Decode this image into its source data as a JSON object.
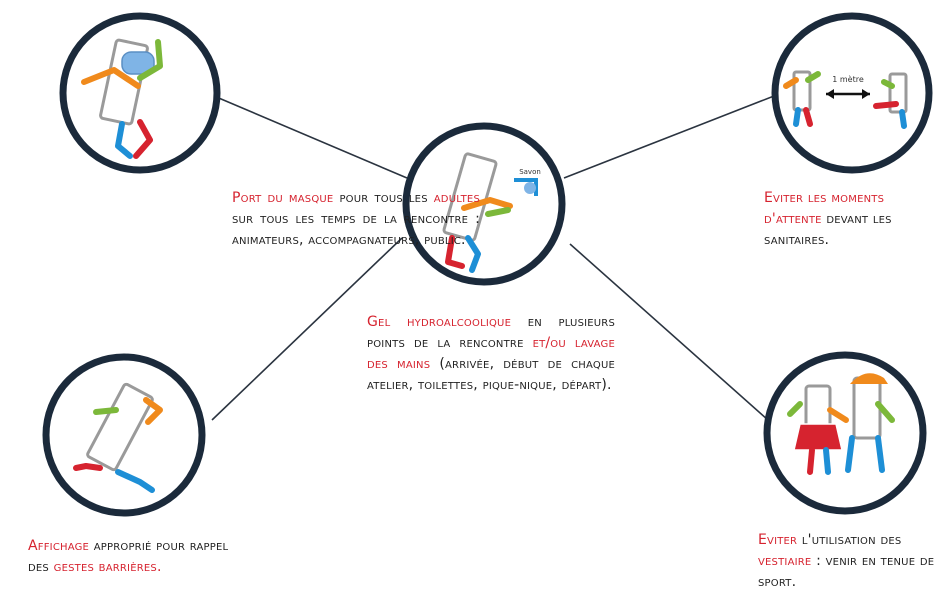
{
  "colors": {
    "circle_stroke": "#1b2a3b",
    "connector_line": "#2b3440",
    "accent_red": "#d6232f",
    "text": "#1f1f1f",
    "figure_body": "#9a9a9a",
    "limb_blue": "#1e8fd6",
    "limb_red": "#d6232f",
    "limb_orange": "#f08a1c",
    "limb_green": "#7cb83a",
    "mask_blue": "#7fb4e6"
  },
  "center": {
    "icon": "hand-washing-figure-icon",
    "faucet_caption": "Savon",
    "parts": [
      {
        "text": "Gel hydroalcoolique",
        "accent": true
      },
      {
        "text": " en plusieurs points de la rencontre ",
        "accent": false
      },
      {
        "text": "et/ou lavage des mains",
        "accent": true
      },
      {
        "text": " (arrivée, début de chaque atelier, toilettes, pique-nique, départ).",
        "accent": false
      }
    ]
  },
  "rules": {
    "masque": {
      "icon": "masked-figure-icon",
      "parts": [
        {
          "text": "Port du masque",
          "accent": true
        },
        {
          "text": " pour tous les ",
          "accent": false
        },
        {
          "text": "adultes",
          "accent": true
        },
        {
          "text": " sur tous les temps de la rencontre : animateurs, accompagnateurs, public.",
          "accent": false
        }
      ]
    },
    "attente": {
      "icon": "distancing-figures-icon",
      "distance_label": "1 mètre",
      "parts": [
        {
          "text": "Eviter les moments d'attente",
          "accent": true
        },
        {
          "text": " devant les sanitaires.",
          "accent": false
        }
      ]
    },
    "affichage": {
      "icon": "walking-figure-icon",
      "parts": [
        {
          "text": "Affichage",
          "accent": true
        },
        {
          "text": " approprié pour rappel des ",
          "accent": false
        },
        {
          "text": "gestes barrières.",
          "accent": true
        }
      ]
    },
    "vestiaire": {
      "icon": "sport-outfit-figures-icon",
      "parts": [
        {
          "text": "Eviter",
          "accent": true
        },
        {
          "text": " l'utilisation des ",
          "accent": false
        },
        {
          "text": "vestiaire",
          "accent": true
        },
        {
          "text": " : venir en tenue de sport.",
          "accent": false
        }
      ]
    }
  }
}
